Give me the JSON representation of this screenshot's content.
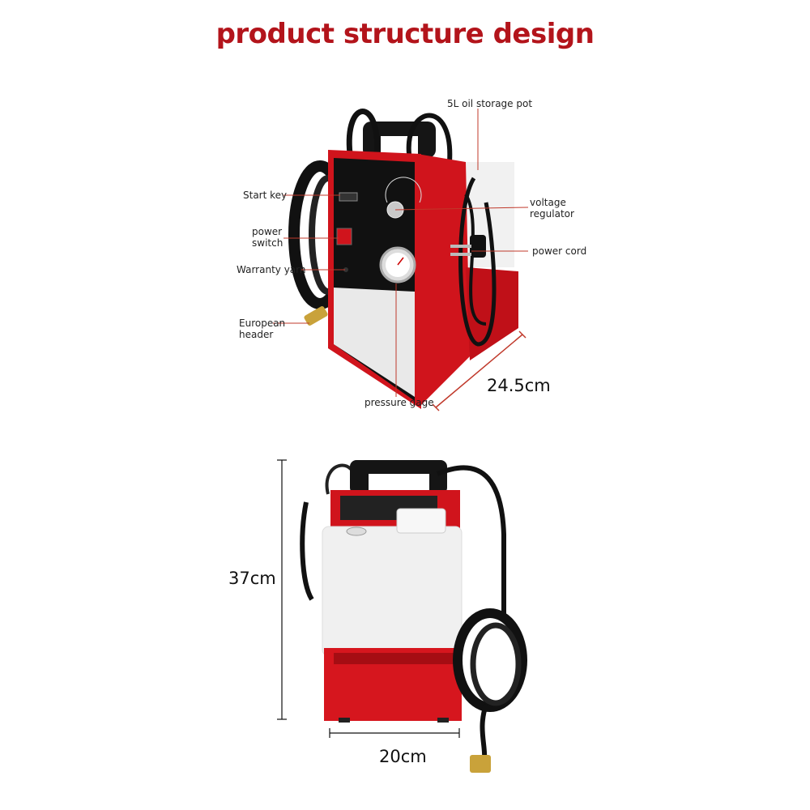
{
  "title": "product structure design",
  "top_view": {
    "labels": {
      "oil_pot": "5L oil storage pot",
      "start_key": "Start key",
      "voltage_regulator_1": "voltage",
      "voltage_regulator_2": "regulator",
      "power_switch_1": "power",
      "power_switch_2": "switch",
      "power_cord": "power cord",
      "warranty_yarn": "Warranty yarn",
      "european_header_1": "European",
      "european_header_2": "header",
      "pressure_gage": "pressure gage"
    },
    "depth": "24.5cm"
  },
  "back_view": {
    "height": "37cm",
    "width": "20cm"
  },
  "colors": {
    "accent": "#b3141b",
    "body_red": "#d0141c",
    "panel_black": "#111111",
    "leader": "#c0392b"
  }
}
